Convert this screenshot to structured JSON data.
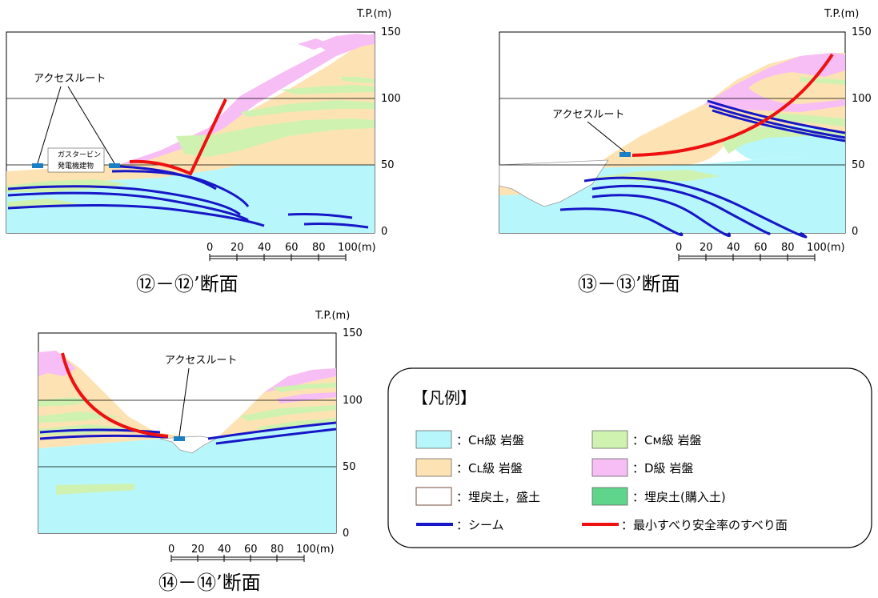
{
  "colors": {
    "ch": "#b7f7fb",
    "cl": "#fde3b3",
    "cm": "#cff2b1",
    "d": "#f7bdf5",
    "fill": "#ffffff",
    "fill_purchased": "#5ed58b",
    "seam": "#1717c8",
    "slip": "#ee1111",
    "access": "#1a7fc4"
  },
  "axis": {
    "unit": "T.P.(m)",
    "ticks": [
      "150",
      "100",
      "50",
      "0"
    ]
  },
  "scale": {
    "ticks": [
      "0",
      "20",
      "40",
      "60",
      "80",
      "100(m)"
    ]
  },
  "sections": [
    {
      "title": "⑫－⑫’断面",
      "access_label": "アクセスルート",
      "building_label_1": "ガスタービン",
      "building_label_2": "発電機建物"
    },
    {
      "title": "⑬－⑬’断面",
      "access_label": "アクセスルート"
    },
    {
      "title": "⑭－⑭’断面",
      "access_label": "アクセスルート"
    }
  ],
  "legend": {
    "title": "【凡例】",
    "items": [
      {
        "label": "：Cʜ級 岩盤",
        "color_key": "ch"
      },
      {
        "label": "：Cᴍ級 岩盤",
        "color_key": "cm"
      },
      {
        "label": "：Cʟ級 岩盤",
        "color_key": "cl"
      },
      {
        "label": "：D級 岩盤",
        "color_key": "d"
      },
      {
        "label": "：埋戻土，盛土",
        "color_key": "fill"
      },
      {
        "label": "：埋戻土(購入土)",
        "color_key": "fill_purchased"
      },
      {
        "label": "：シーム",
        "color_key": "seam"
      },
      {
        "label": "：最小すべり安全率のすべり面",
        "color_key": "slip"
      }
    ]
  }
}
